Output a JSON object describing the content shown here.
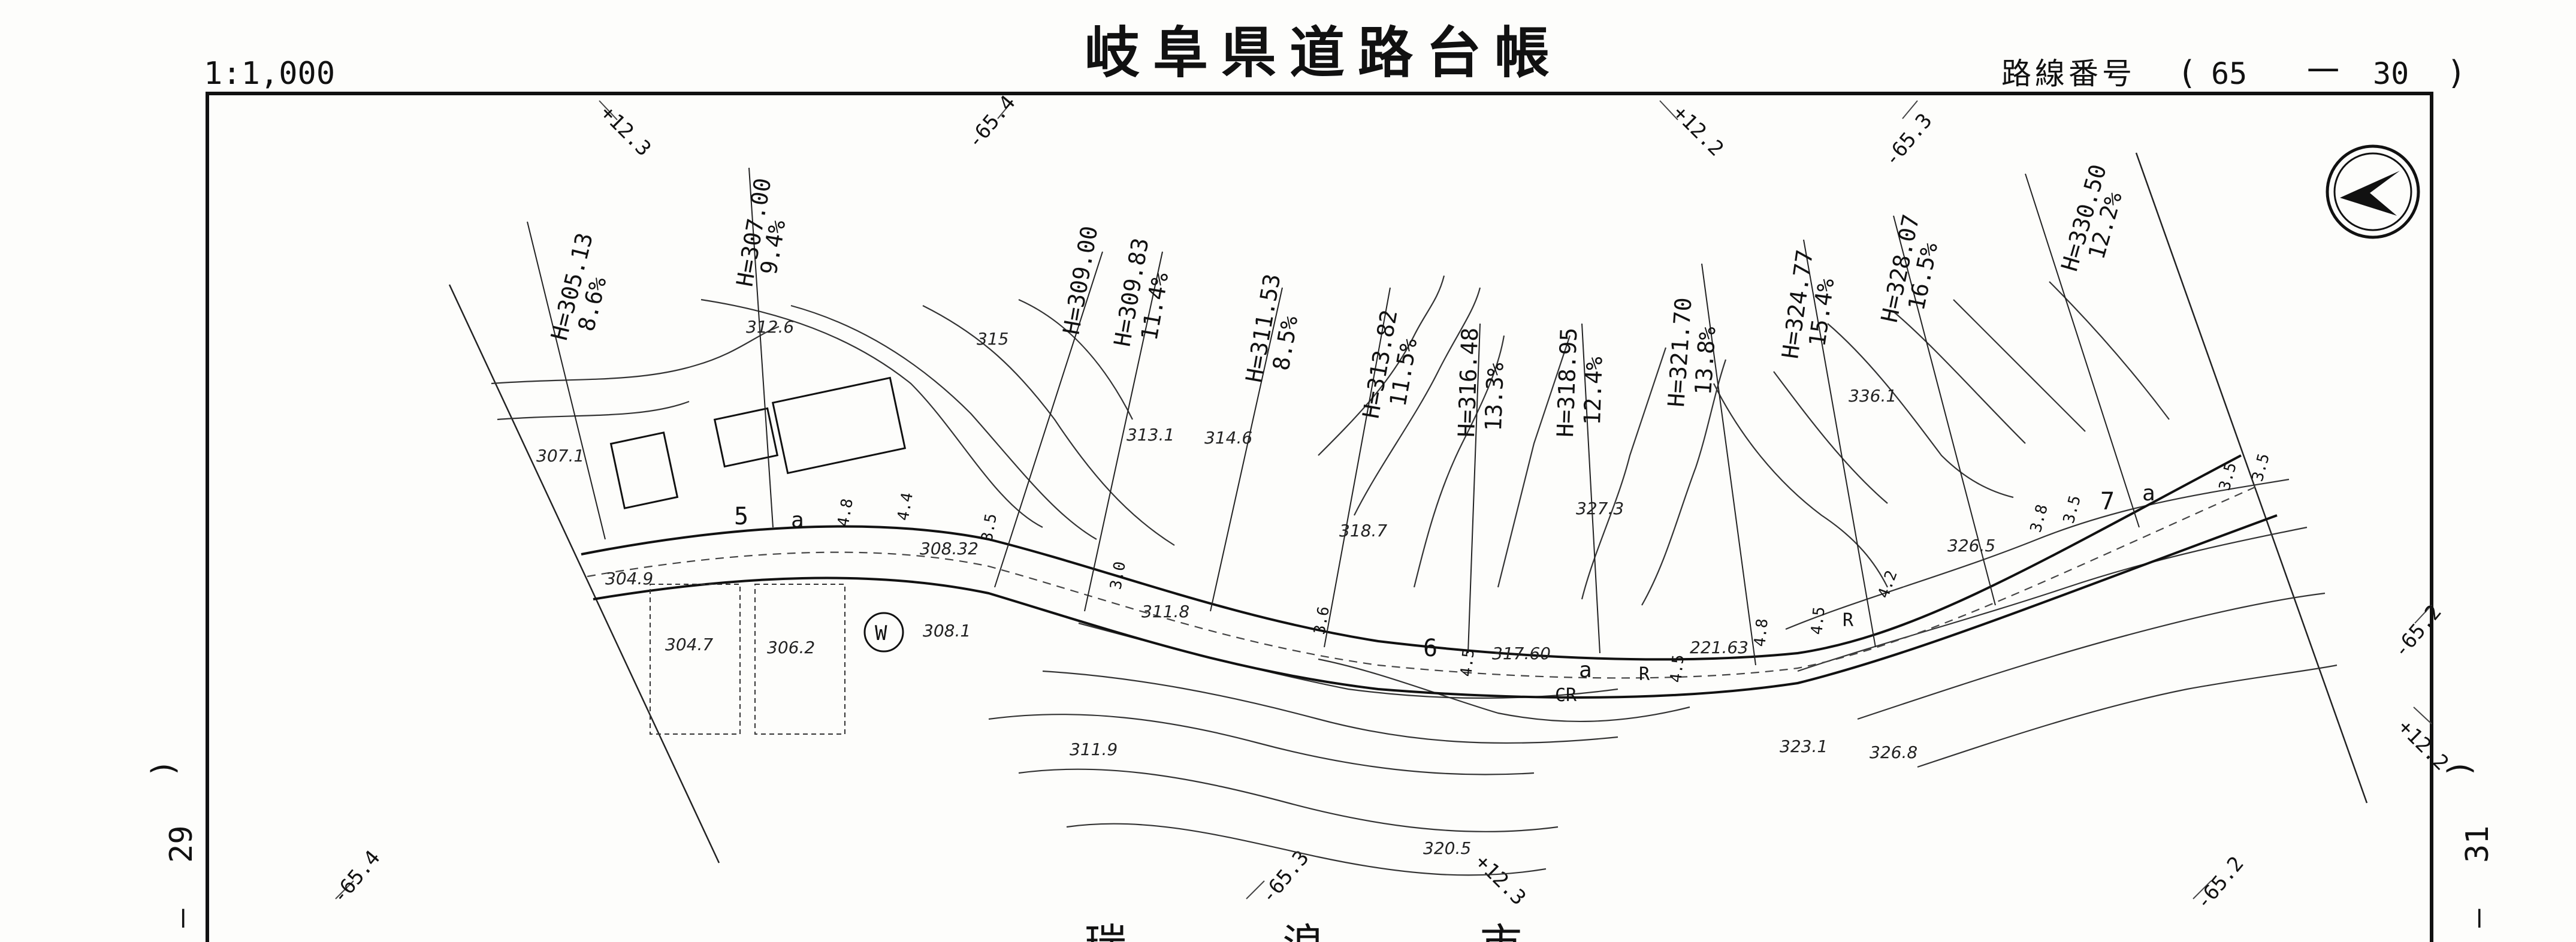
{
  "header": {
    "scale": "1:1,000",
    "title": "岐阜県道路台帳",
    "route_label": "路線番号",
    "route_open": "(",
    "route_a": "65",
    "route_dash": "一",
    "route_b": "30",
    "route_close": ")",
    "bottom_partial": "瑞　　浪　　市"
  },
  "side_labels": {
    "left_sheet": "29",
    "left_paren": ")",
    "left_dash": "—",
    "right_sheet": "31",
    "right_paren": ")",
    "right_dash": "—"
  },
  "grid_labels": {
    "top_1": "+12.3",
    "top_2": "-65.4",
    "top_3": "+12.2",
    "top_4": "-65.3",
    "right_1": "-65.2",
    "right_2": "+12.2",
    "bottom_1": "-65.4",
    "bottom_2": "-65.3",
    "bottom_3": "+12.3",
    "bottom_4": "-65.2"
  },
  "sections": [
    {
      "h": "H=305.13",
      "g": "8.6%"
    },
    {
      "h": "H=307.00",
      "g": "9.4%"
    },
    {
      "h": "H=309.00",
      "g": ""
    },
    {
      "h": "H=309.83",
      "g": "11.4%"
    },
    {
      "h": "H=311.53",
      "g": "8.5%"
    },
    {
      "h": "H=313.82",
      "g": "11.5%"
    },
    {
      "h": "H=316.48",
      "g": "13.3%"
    },
    {
      "h": "H=318.95",
      "g": "12.4%"
    },
    {
      "h": "H=321.70",
      "g": "13.8%"
    },
    {
      "h": "H=324.77",
      "g": "15.4%"
    },
    {
      "h": "H=328.07",
      "g": "16.5%"
    },
    {
      "h": "H=330.50",
      "g": "12.2%"
    }
  ],
  "spot_heights": {
    "s1": "312.6",
    "s2": "315",
    "s3": "307.1",
    "s4": "313.1",
    "s5": "314.6",
    "s6": "318.7",
    "s7": "327.3",
    "s8": "336.1",
    "s9": "326.5",
    "s10": "308.32",
    "s11": "304.9",
    "s12": "304.7",
    "s13": "306.2",
    "s14": "308.1",
    "s15": "311.8",
    "s16": "317.60",
    "s17": "221.63",
    "s18": "311.9",
    "s19": "323.1",
    "s20": "326.8",
    "s21": "320.5"
  },
  "road_marks": {
    "m5": "5",
    "m6": "6",
    "m7": "7",
    "a1": "a",
    "a2": "a",
    "a3": "a",
    "w1": "4.8",
    "w2": "4.4",
    "w3": "3.5",
    "w4": "3.0",
    "w5": "3.6",
    "w6": "4.5",
    "w7": "4.5",
    "w8": "4.8",
    "w9": "4.5",
    "w10": "4.2",
    "w11": "3.8",
    "w12": "3.5",
    "w13": "3.5",
    "w14": "3.5",
    "cr": "CR",
    "r1": "R",
    "r2": "R",
    "w": "W"
  }
}
